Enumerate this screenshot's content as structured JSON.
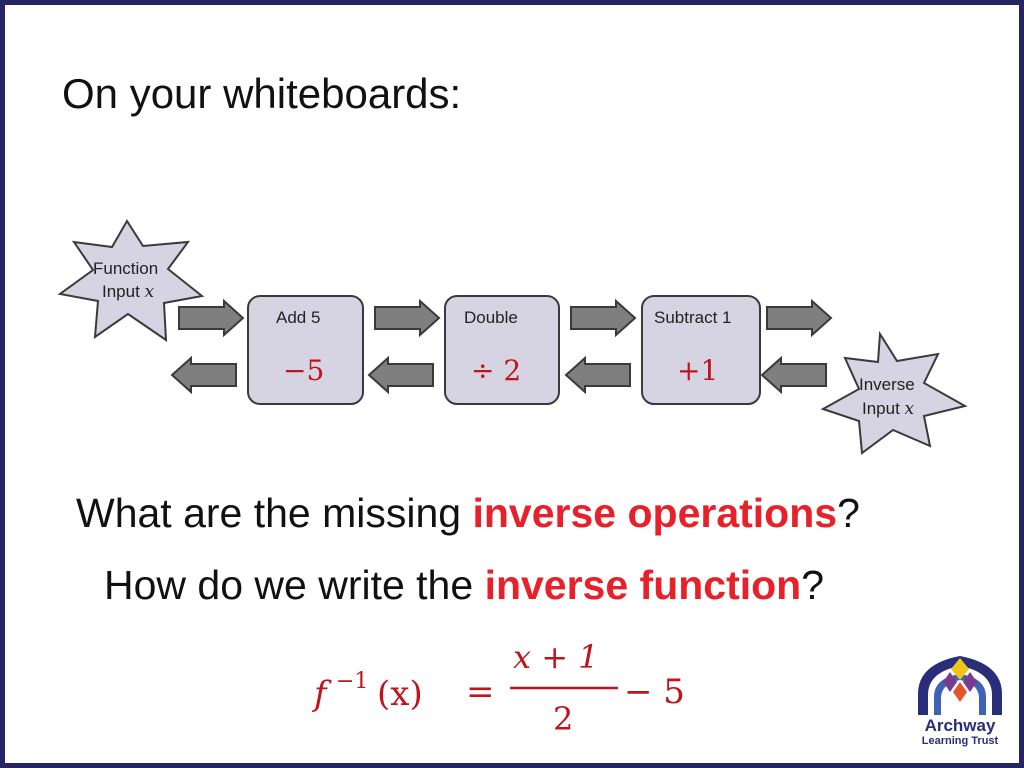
{
  "slide": {
    "title": "On your whiteboards:"
  },
  "diagram": {
    "start_star": {
      "line1": "Function",
      "line2": "Input",
      "var": "x"
    },
    "end_star": {
      "line1": "Inverse",
      "line2": "Input",
      "var": "x"
    },
    "boxes": [
      {
        "label": "Add 5",
        "inverse": "−5"
      },
      {
        "label": "Double",
        "inverse": "÷ 2"
      },
      {
        "label": "Subtract 1",
        "inverse": "+1"
      }
    ]
  },
  "questions": {
    "q1_before": "What are the missing ",
    "q1_highlight": "inverse operations",
    "q1_after": "?",
    "q2_before": "How do we write the ",
    "q2_highlight": "inverse function",
    "q2_after": "?"
  },
  "formula": {
    "f": "f",
    "superscript": "−1",
    "arg": "(x)",
    "equals": "=",
    "numerator": "x + 1",
    "denominator": "2",
    "tail": "− 5"
  },
  "logo": {
    "name": "Archway",
    "subtitle": "Learning Trust"
  },
  "colors": {
    "frame": "#252563",
    "accent_red": "#e8202a",
    "box_fill": "#d6d3e3",
    "arrow_fill": "#7f7f7f",
    "logo_blue": "#2a2e7a"
  },
  "icons": {
    "arrow": "arrow-right-icon",
    "star": "star-icon",
    "logo": "archway-logo-icon"
  }
}
